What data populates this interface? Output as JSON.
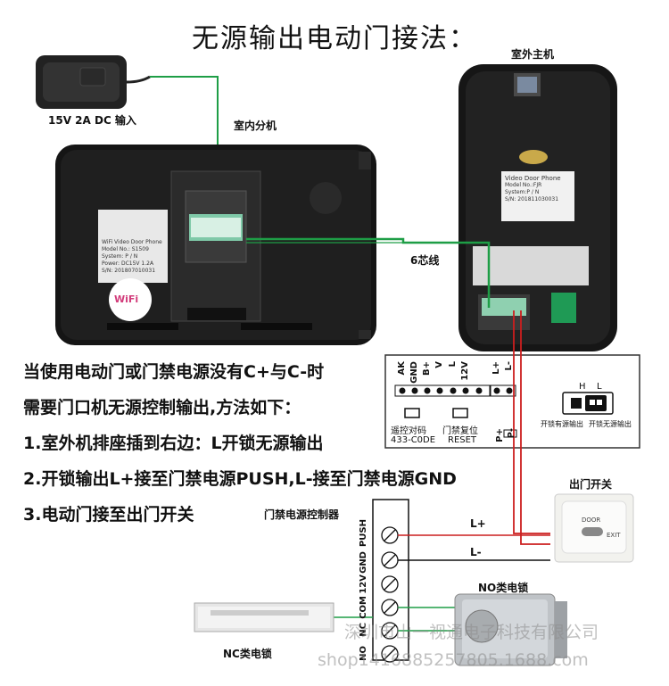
{
  "title": "无源输出电动门接法：",
  "labels": {
    "power_input": "15V 2A DC  输入",
    "indoor_unit": "室内分机",
    "outdoor_unit": "室外主机",
    "cable": "6芯线",
    "exit_button": "出门开关",
    "access_controller": "门禁电源控制器",
    "no_lock": "NO类电锁",
    "nc_lock": "NC类电锁",
    "l_plus": "L+",
    "l_minus": "L-"
  },
  "instructions": [
    "当使用电动门或门禁电源没有C+与C-时",
    "需要门口机无源控制输出,方法如下：",
    "1.室外机排座插到右边：L开锁无源输出",
    "2.开锁输出L+接至门禁电源PUSH,L-接至门禁电源GND",
    "3.电动门接至出门开关"
  ],
  "terminal_panel": {
    "pins": [
      "AK",
      "GND",
      "B+",
      "V",
      "L",
      "12V",
      "L+",
      "L-"
    ],
    "buttons": [
      "遥控对码",
      "门禁复位"
    ],
    "button_codes": [
      "433-C0DE",
      "RESET"
    ],
    "bottom_pins": [
      "P+",
      "P-"
    ],
    "jumper_header": [
      "H",
      "L"
    ],
    "jumper_labels": [
      "开锁有源输出",
      "开锁无源输出"
    ]
  },
  "controller_terminals": [
    "PUSH",
    "GND",
    "12V",
    "COM",
    "NC",
    "NO"
  ],
  "outdoor_label": {
    "title": "Video Door Phone",
    "lines": [
      "Model No.:FJR",
      "System:P / N",
      "S/N:  201811030031"
    ]
  },
  "indoor_label": {
    "lines": [
      "WiFi Video Door Phone",
      "Model No.: S1509",
      "System: P / N",
      "Power: DC15V  1.2A",
      "S/N: 201807010031"
    ]
  },
  "wifi_badge": "WiFi",
  "exit_button_text": [
    "DOOR",
    "EXIT"
  ],
  "watermark": [
    "深圳市山一视通电子科技有限公司",
    "shop1416885257805.1688.com"
  ],
  "colors": {
    "green_wire": "#1e9e46",
    "red_wire": "#cc1f1f",
    "device_body": "#1a1a1a"
  }
}
